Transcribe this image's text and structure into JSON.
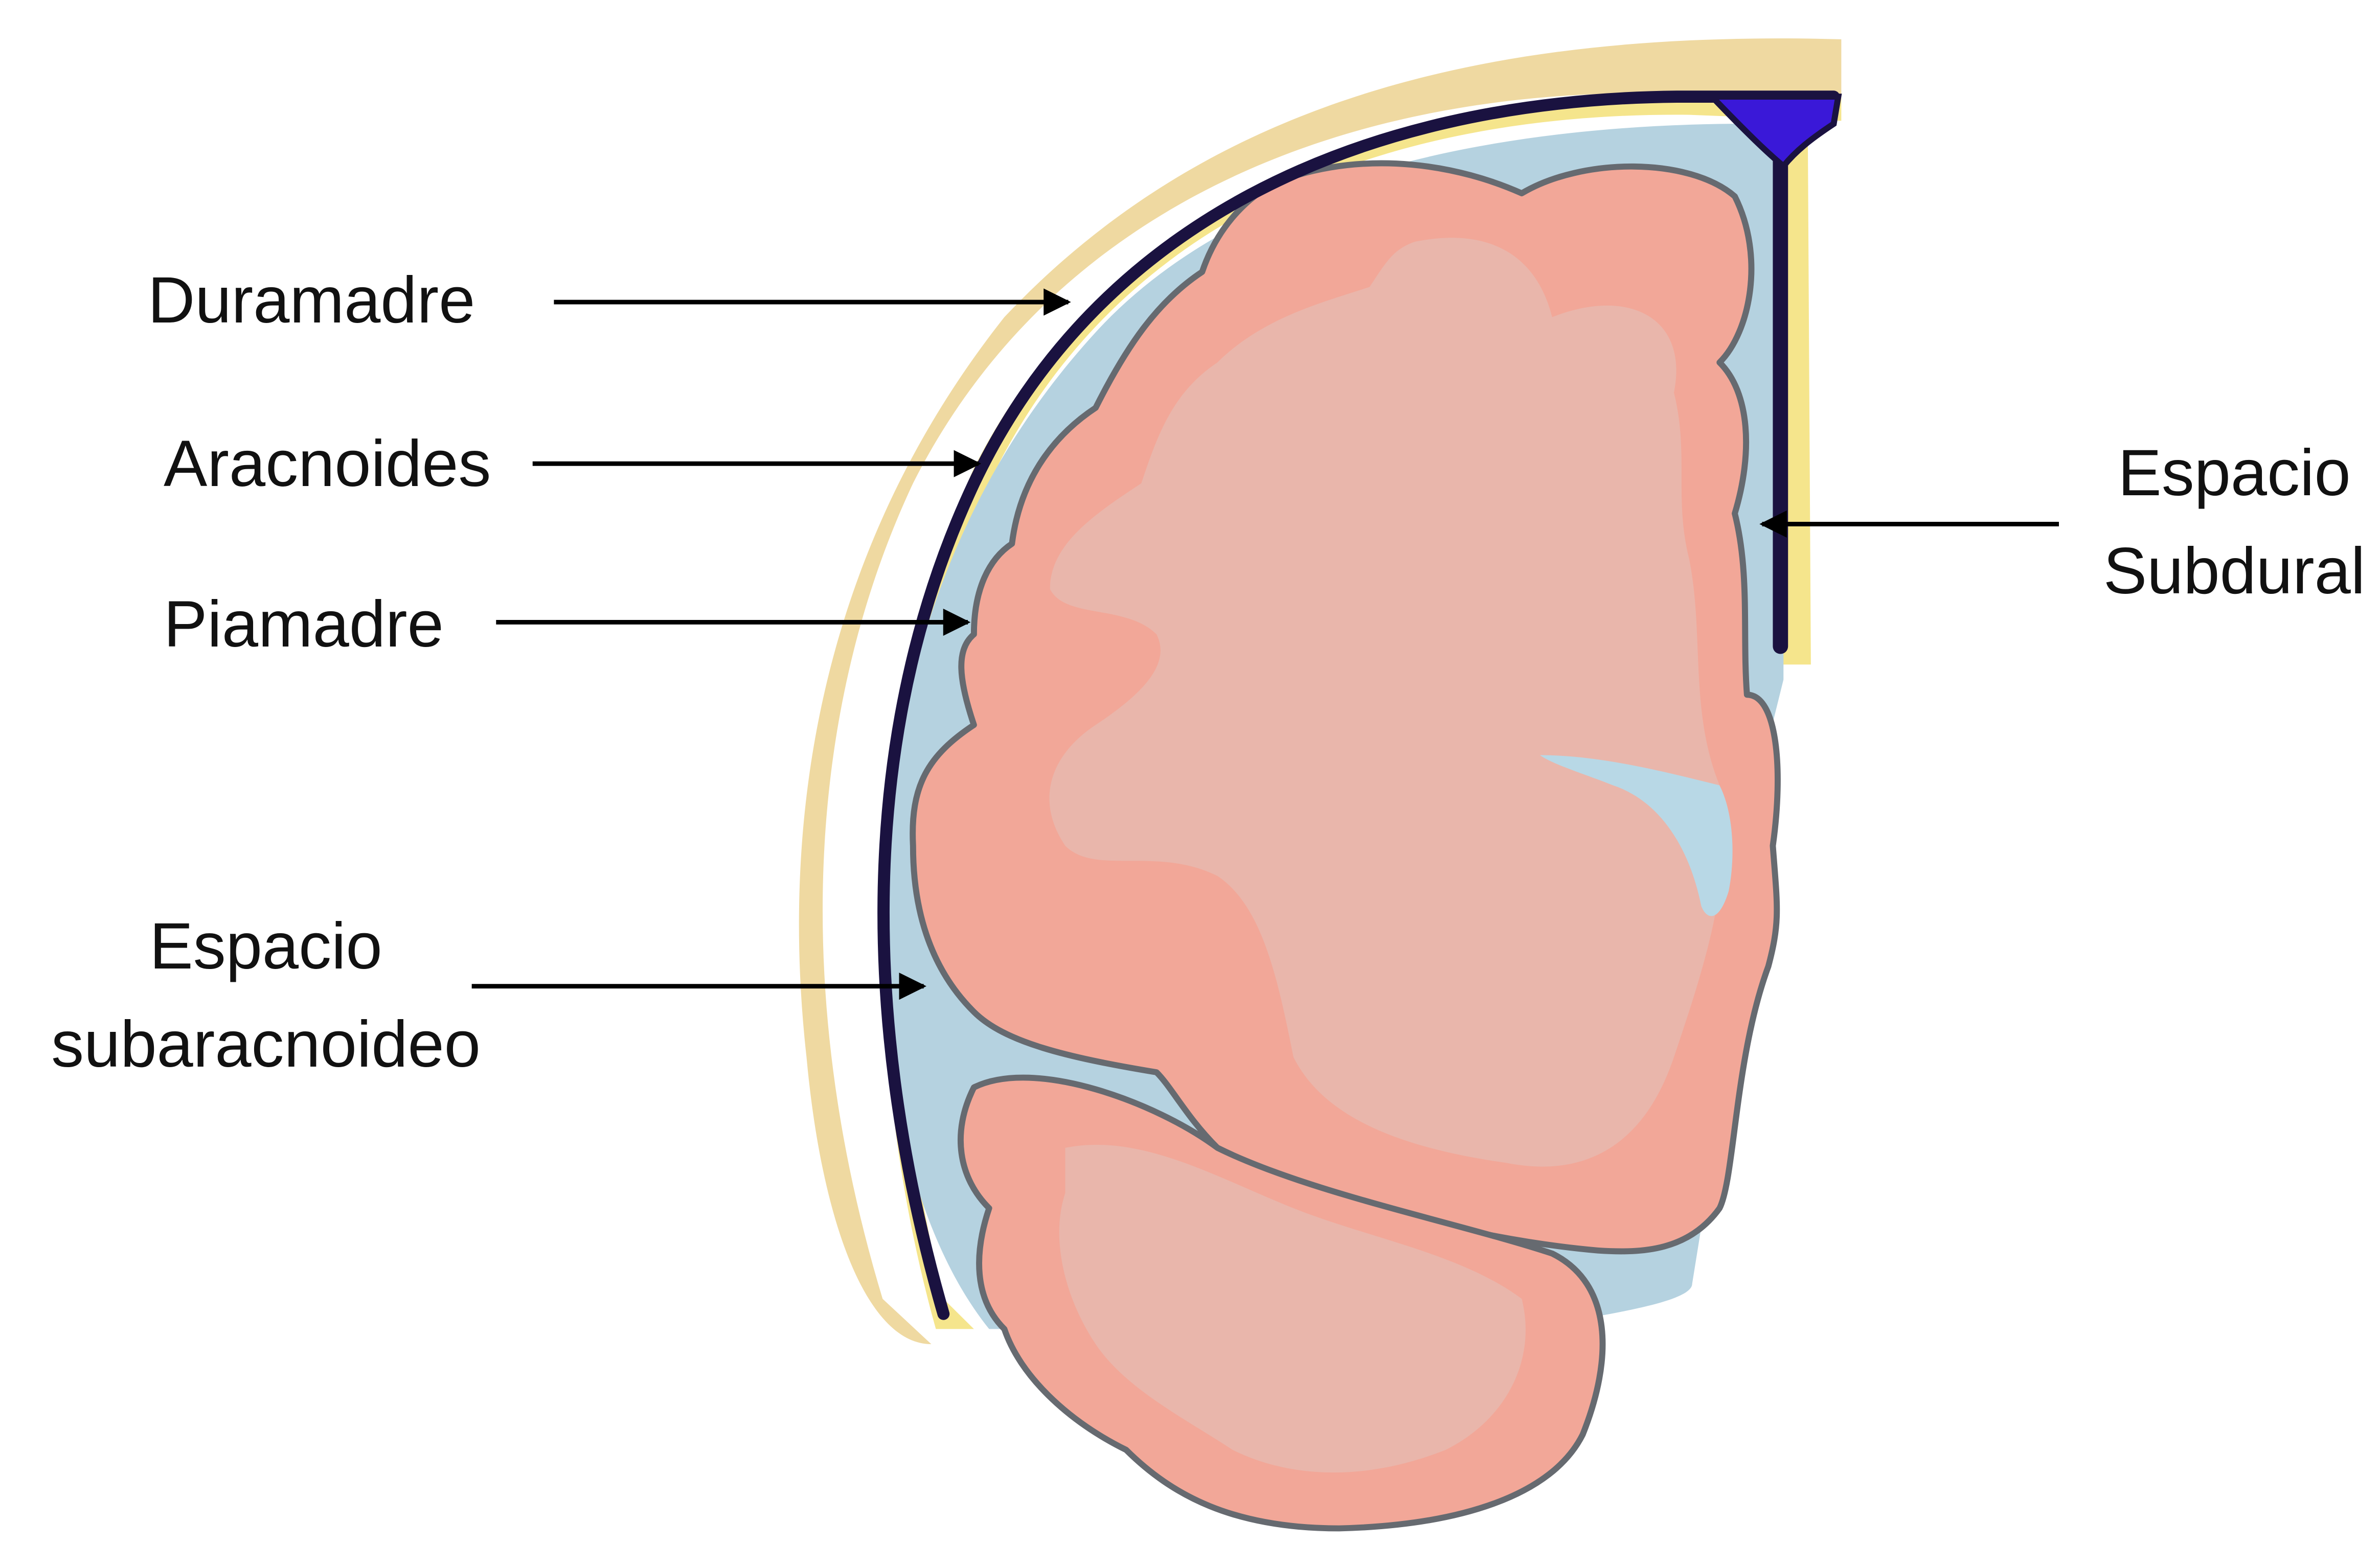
{
  "labels": {
    "duramadre": "Duramadre",
    "aracnoides": "Aracnoides",
    "piamadre": "Piamadre",
    "espacio_subaracnoideo": [
      "Espacio",
      "subaracnoideo"
    ],
    "espacio_subdural": [
      "Espacio",
      "Subdural"
    ]
  },
  "colors": {
    "skull": "#efd9a1",
    "arachnoid_yellow": "#f5e58c",
    "dura": "#1a1240",
    "sinus": "#3a18d8",
    "csf": "#b5d2e0",
    "cortex": "#f2a798",
    "white_matter": "#e9b6ab",
    "outline": "#666a70",
    "ventricle": "#b8d8e6",
    "arrow": "#000000",
    "text": "#111111"
  }
}
